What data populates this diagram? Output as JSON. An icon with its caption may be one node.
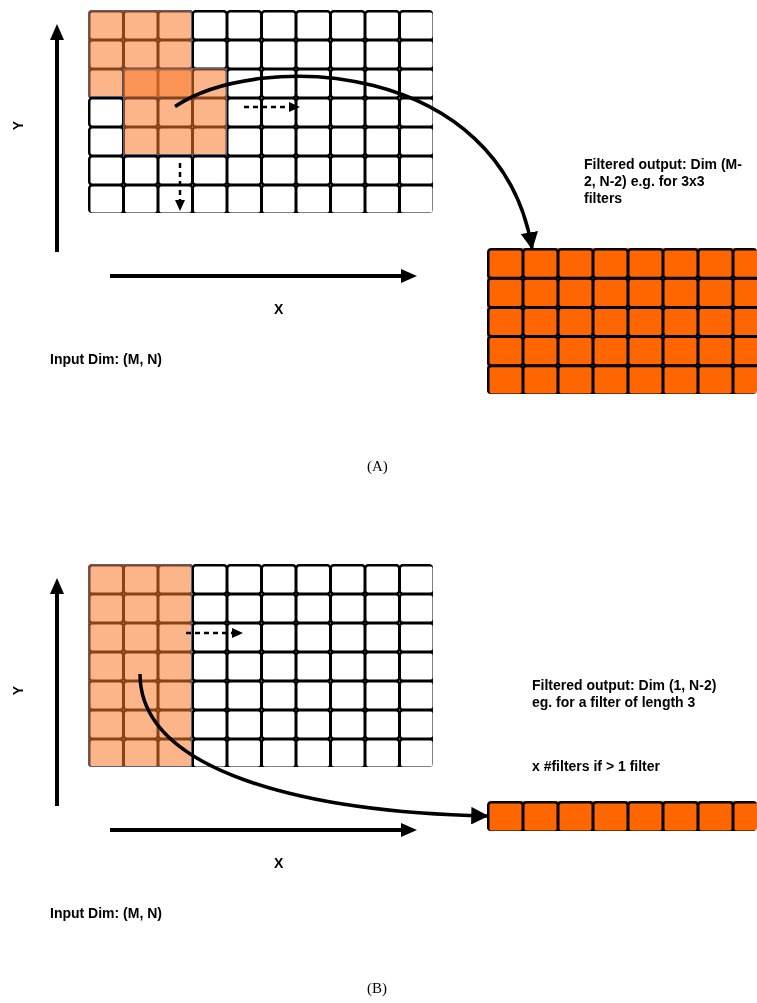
{
  "diagram": {
    "nodes": [
      {
        "text": [],
        "shape": "grid"
      },
      {
        "text": [],
        "shape": "box",
        "in": 0
      },
      {
        "text": [],
        "shape": "box",
        "in": 0
      },
      {
        "text": [],
        "shape": "grid"
      },
      {
        "text": [],
        "shape": "grid"
      },
      {
        "text": [],
        "shape": "box",
        "in": 4
      },
      {
        "text": [],
        "shape": "grid"
      }
    ],
    "edges": [
      {
        "from": 2,
        "to": 3,
        "arrow": "to"
      },
      {
        "from": 5,
        "to": 6,
        "arrow": "to"
      }
    ],
    "labels": [
      "Y",
      "Filtered output: Dim (M-2, N-2) e.g. for 3x3 filters",
      "X",
      "Input Dim: (M, N)",
      "(A)",
      "Y",
      "Filtered output: Dim (1, N-2) eg. for a filter of length 3",
      "x #filters if > 1 filter",
      "X",
      "Input Dim: (M, N)",
      "(B)"
    ]
  }
}
